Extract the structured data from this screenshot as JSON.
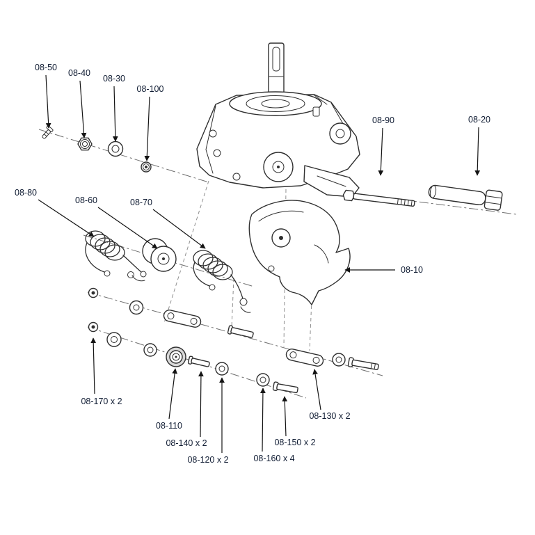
{
  "theme": {
    "background": "#ffffff",
    "line_color": "#2f2f2f",
    "centerline_color": "#6e6e6e",
    "label_color": "#101c33"
  },
  "diagram": {
    "labels": [
      {
        "id": "08-50",
        "text": "08-50"
      },
      {
        "id": "08-40",
        "text": "08-40"
      },
      {
        "id": "08-30",
        "text": "08-30"
      },
      {
        "id": "08-100",
        "text": "08-100"
      },
      {
        "id": "08-90",
        "text": "08-90"
      },
      {
        "id": "08-20",
        "text": "08-20"
      },
      {
        "id": "08-80",
        "text": "08-80"
      },
      {
        "id": "08-60",
        "text": "08-60"
      },
      {
        "id": "08-70",
        "text": "08-70"
      },
      {
        "id": "08-10",
        "text": "08-10"
      },
      {
        "id": "08-170",
        "text": "08-170 x 2"
      },
      {
        "id": "08-110",
        "text": "08-110"
      },
      {
        "id": "08-140",
        "text": "08-140 x 2"
      },
      {
        "id": "08-120",
        "text": "08-120 x 2"
      },
      {
        "id": "08-160",
        "text": "08-160 x 4"
      },
      {
        "id": "08-150",
        "text": "08-150 x 2"
      },
      {
        "id": "08-130",
        "text": "08-130 x 2"
      }
    ]
  }
}
